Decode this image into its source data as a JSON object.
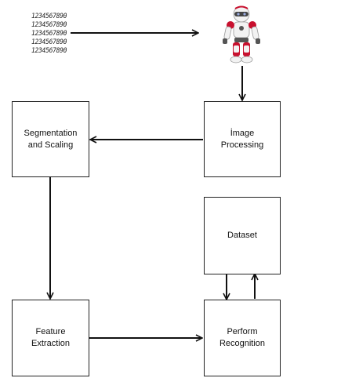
{
  "digit_lines": [
    "1234567890",
    "1234567890",
    "1234567890",
    "1234567890",
    "1234567890"
  ],
  "robot": {
    "icon": "humanoid-robot-icon",
    "body_color": "#f2f2f2",
    "accent_color": "#c8102e"
  },
  "boxes": {
    "image_processing": "İmage\nProcessing",
    "segmentation": "Segmentation\nand Scaling",
    "dataset": "Dataset",
    "feature": "Feature\nExtraction",
    "recognition": "Perform\nRecognition"
  },
  "colors": {
    "stroke": "#111111",
    "background": "#ffffff"
  }
}
